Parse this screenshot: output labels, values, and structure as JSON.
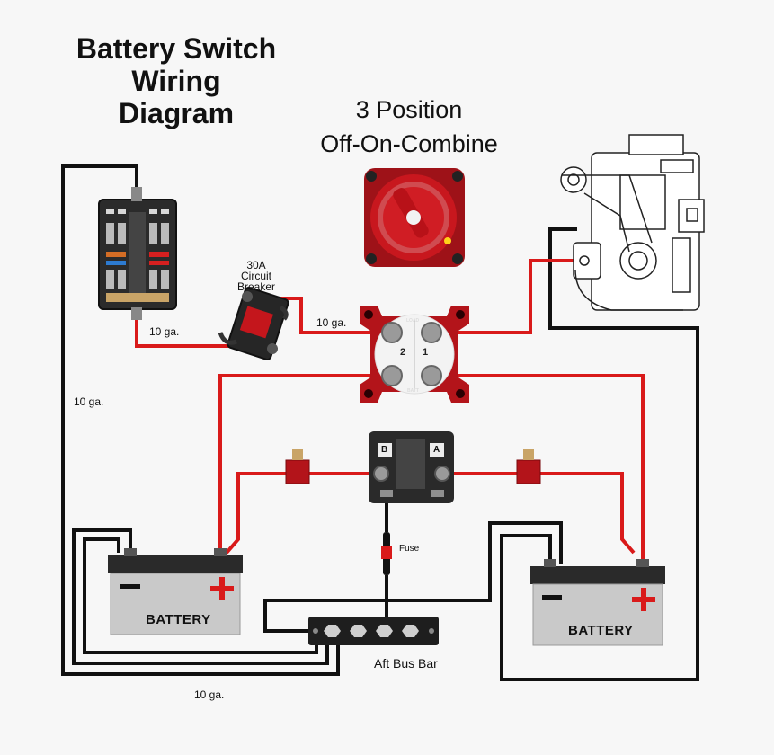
{
  "title": [
    "Battery Switch",
    "Wiring",
    "Diagram"
  ],
  "subtitle": [
    "3 Position",
    "Off-On-Combine"
  ],
  "breaker": [
    "30A",
    "Circuit",
    "Breaker"
  ],
  "gauge_label": "10 ga.",
  "fuse_label": "Fuse",
  "bus_bar_label": "Aft Bus Bar",
  "battery_label": "BATTERY",
  "switch": {
    "load": "LOAD",
    "batt": "BATT",
    "pos1": "1",
    "pos2": "2"
  },
  "combiner": {
    "a": "A",
    "b": "B"
  },
  "colors": {
    "positive": "#d91a1a",
    "negative": "#111111",
    "device_red": "#b3141a"
  }
}
